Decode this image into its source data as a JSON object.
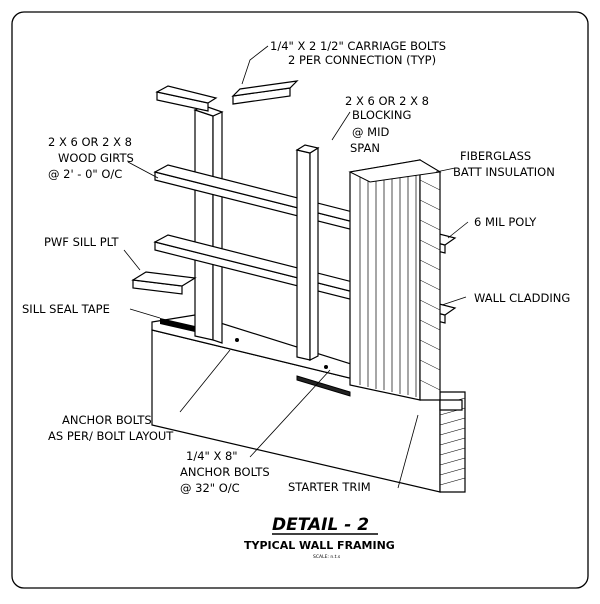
{
  "labels": {
    "carriage_bolts_1": "1/4\" X 2 1/2\" CARRIAGE BOLTS",
    "carriage_bolts_2": "2 PER CONNECTION (TYP)",
    "blocking_1": "2 X 6 OR 2 X 8",
    "blocking_2": "BLOCKING",
    "blocking_3": "@ MID",
    "blocking_4": "SPAN",
    "girts_1": "2 X 6 OR 2 X 8",
    "girts_2": "WOOD GIRTS",
    "girts_3": "@ 2' - 0\" O/C",
    "insulation_1": "FIBERGLASS",
    "insulation_2": "BATT INSULATION",
    "poly": "6 MIL POLY",
    "sill_plate": "PWF SILL PLT",
    "cladding": "WALL CLADDING",
    "sill_seal": "SILL SEAL TAPE",
    "anchor_layout_1": "ANCHOR BOLTS",
    "anchor_layout_2": "AS PER/ BOLT LAYOUT",
    "anchor_8_1": "1/4\" X 8\"",
    "anchor_8_2": "ANCHOR BOLTS",
    "anchor_8_3": "@ 32\" O/C",
    "starter_trim": "STARTER TRIM"
  },
  "title": {
    "main": "DETAIL - 2",
    "subtitle": "TYPICAL WALL FRAMING",
    "scale": "SCALE: n.t.s"
  }
}
